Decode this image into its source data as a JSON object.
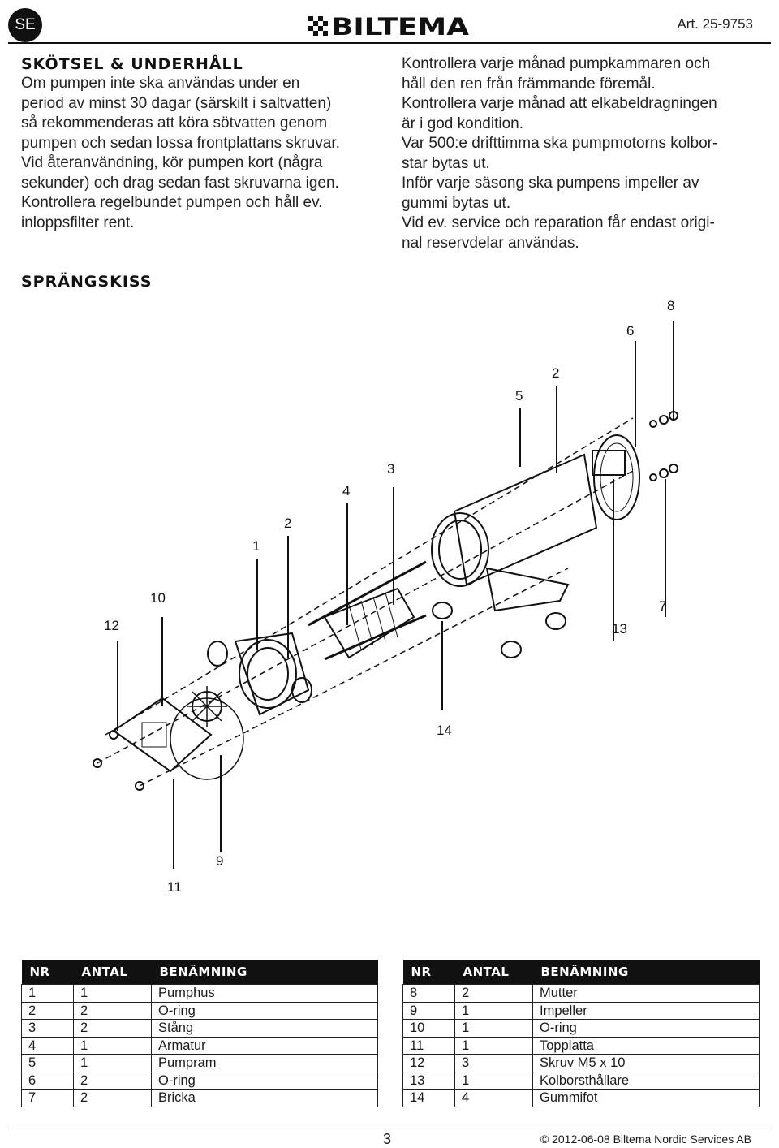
{
  "header": {
    "language": "SE",
    "brand": "BILTEMA",
    "article": "Art. 25-9753"
  },
  "care": {
    "title": "SKÖTSEL & UNDERHÅLL",
    "left_lines": [
      "Om pumpen inte ska användas under en",
      "period av minst 30 dagar (särskilt i saltvatten)",
      "så rekommenderas att köra sötvatten genom",
      "pumpen och sedan lossa frontplattans skruvar.",
      "Vid återanvändning, kör pumpen kort (några",
      "sekunder) och drag sedan fast skruvarna igen.",
      "Kontrollera regelbundet pumpen och håll ev.",
      "inloppsfilter rent."
    ],
    "right_lines": [
      "Kontrollera varje månad pumpkammaren och",
      "håll den ren från främmande föremål.",
      "Kontrollera varje månad att elkabeldragningen",
      "är i god kondition.",
      "Var 500:e drifttimma ska pumpmotorns kolbor-",
      "star bytas ut.",
      "Inför varje säsong ska pumpens impeller av",
      "gummi bytas ut.",
      "Vid ev. service och reparation får endast origi-",
      "nal reservdelar användas."
    ]
  },
  "diagram": {
    "title": "SPRÄNGSKISS",
    "callouts": [
      "1",
      "2",
      "3",
      "4",
      "5",
      "2",
      "6",
      "8",
      "10",
      "12",
      "13",
      "7",
      "14",
      "9",
      "11"
    ]
  },
  "parts_table": {
    "headers": [
      "NR",
      "ANTAL",
      "BENÄMNING"
    ],
    "left_rows": [
      [
        "1",
        "1",
        "Pumphus"
      ],
      [
        "2",
        "2",
        "O-ring"
      ],
      [
        "3",
        "2",
        "Stång"
      ],
      [
        "4",
        "1",
        "Armatur"
      ],
      [
        "5",
        "1",
        "Pumpram"
      ],
      [
        "6",
        "2",
        "O-ring"
      ],
      [
        "7",
        "2",
        "Bricka"
      ]
    ],
    "right_rows": [
      [
        "8",
        "2",
        "Mutter"
      ],
      [
        "9",
        "1",
        "Impeller"
      ],
      [
        "10",
        "1",
        "O-ring"
      ],
      [
        "11",
        "1",
        "Topplatta"
      ],
      [
        "12",
        "3",
        "Skruv M5 x 10"
      ],
      [
        "13",
        "1",
        "Kolborsthållare"
      ],
      [
        "14",
        "4",
        "Gummifot"
      ]
    ]
  },
  "footer": {
    "page": "3",
    "copyright": "© 2012-06-08 Biltema Nordic Services AB"
  }
}
